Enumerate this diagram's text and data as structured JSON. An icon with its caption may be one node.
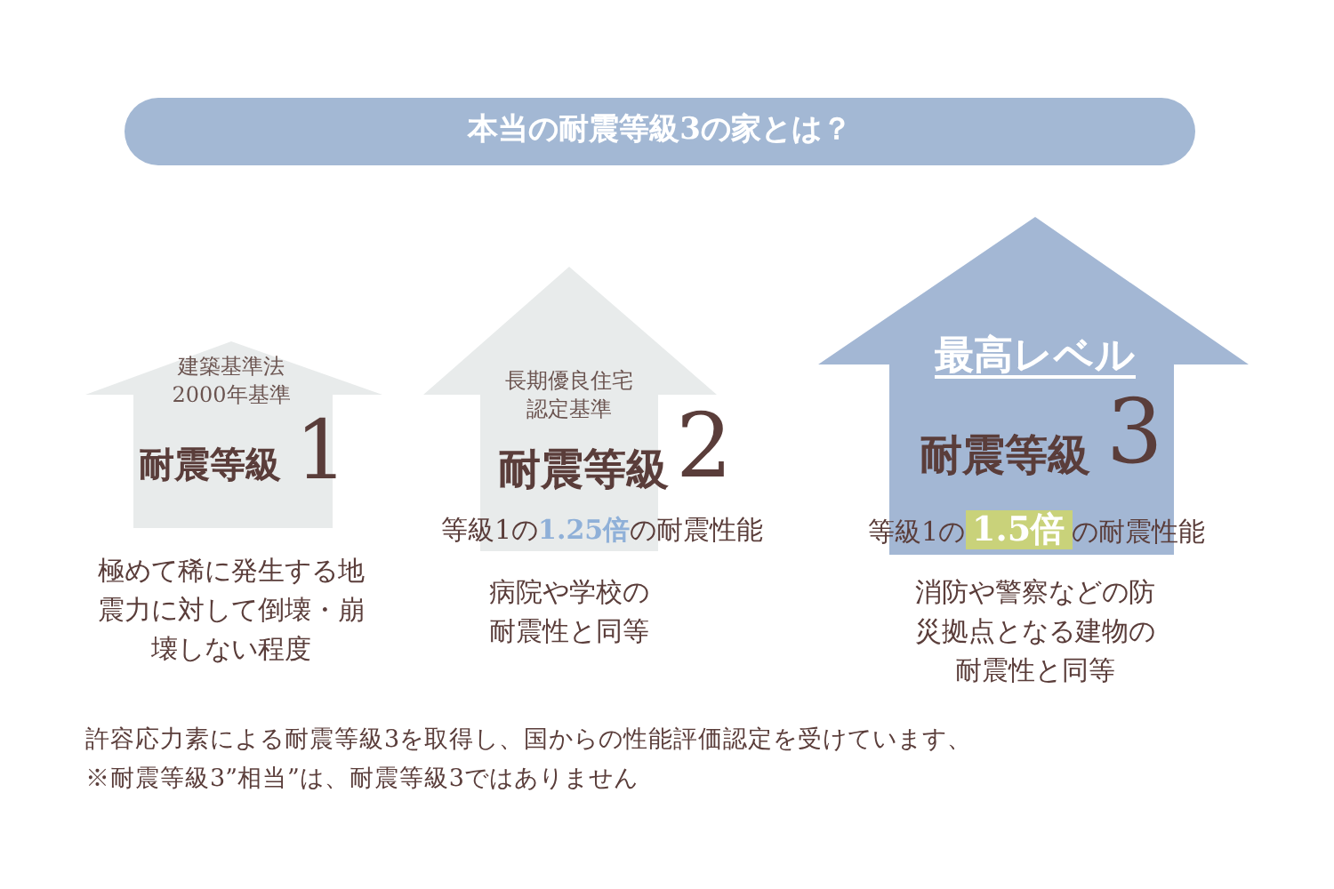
{
  "diagram": {
    "title": "本当の耐震等級3の家とは？",
    "nodes": [
      {
        "text": [
          "建築基準法2000年基準",
          "耐震等級",
          "1"
        ],
        "beside": [
          "極めて稀に発生する地震力に対して倒壊・崩壊しない程度"
        ]
      },
      {
        "text": [
          "長期優良住宅認定基準",
          "耐震等級",
          "2",
          "等級1の**1.25倍**の耐震性能"
        ],
        "beside": [
          "病院や学校の耐震性と同等"
        ]
      },
      {
        "text": [
          "最高レベル",
          "耐震等級",
          "3",
          "等級1の**1.5倍**の耐震性能"
        ],
        "beside": [
          "消防や警察などの防災拠点となる建物の耐震性と同等"
        ]
      }
    ],
    "labels": [
      "許容応力素による耐震等級3を取得し、国からの性能評価認定を受けています、",
      "※耐震等級3”相当”は、耐震等級3ではありません"
    ]
  }
}
